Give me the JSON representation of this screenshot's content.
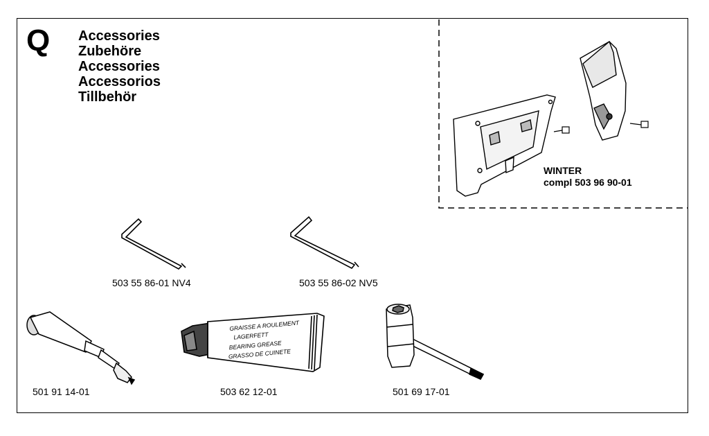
{
  "section": {
    "letter": "Q"
  },
  "titles": [
    "Accessories",
    "Zubehöre",
    "Accessories",
    "Accessorios",
    "Tillbehör"
  ],
  "winter_kit": {
    "line1": "WINTER",
    "line2": "compl 503 96 90-01"
  },
  "tube_text": [
    "GRAISSE A ROULEMENT",
    "LAGERFETT",
    "BEARING GREASE",
    "GRASSO DE CUINETE"
  ],
  "parts": [
    {
      "id": "hex-key-4",
      "number": "503 55 86-01 NV4"
    },
    {
      "id": "hex-key-5",
      "number": "503 55 86-02 NV5"
    },
    {
      "id": "grease-gun",
      "number": "501 91 14-01"
    },
    {
      "id": "grease-tube",
      "number": "503 62 12-01"
    },
    {
      "id": "combination-spanner",
      "number": "501 69 17-01"
    }
  ]
}
